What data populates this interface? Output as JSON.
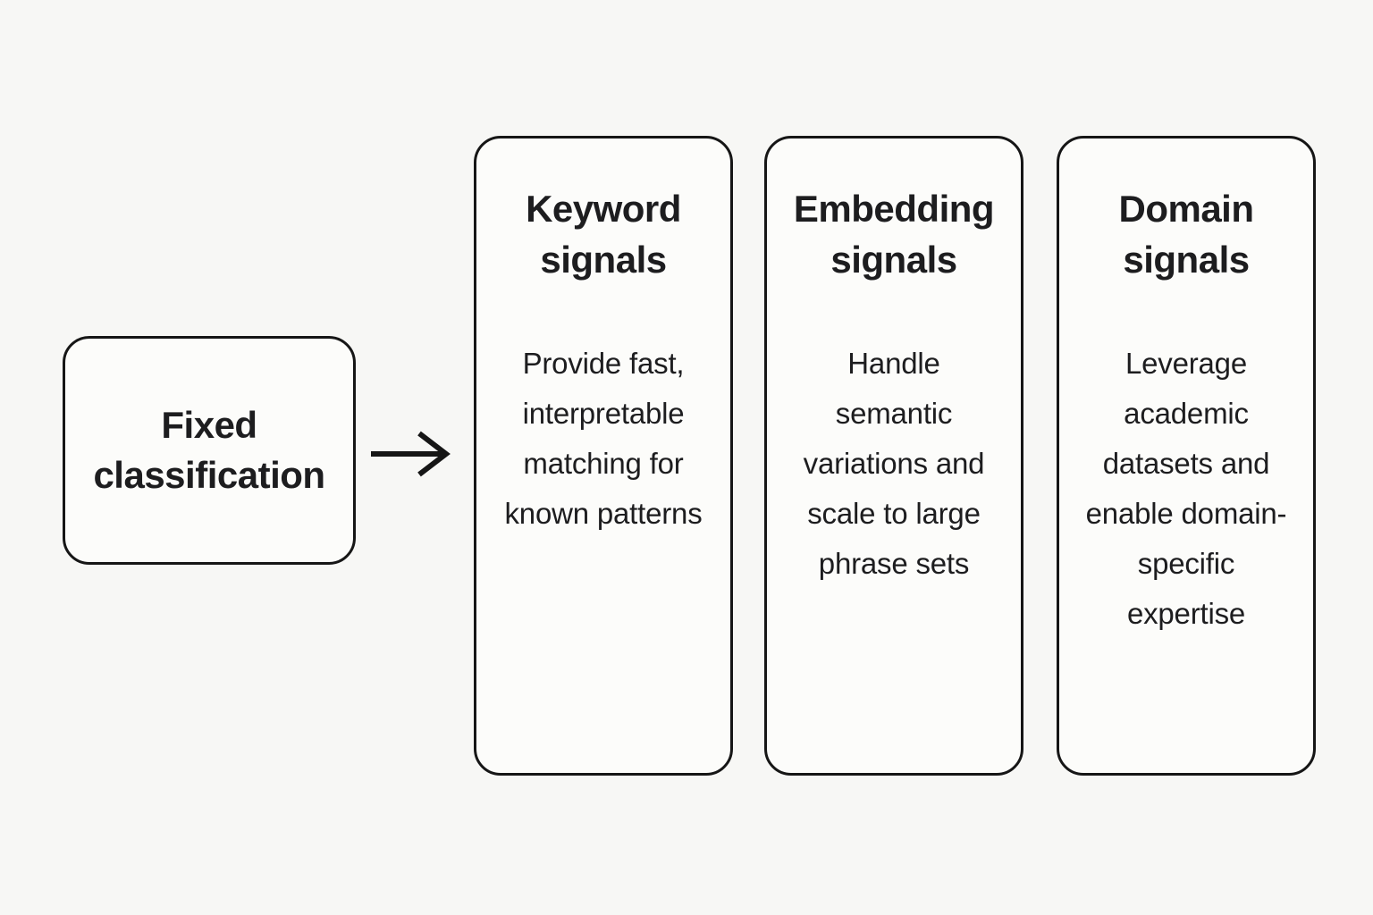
{
  "diagram": {
    "colors": {
      "background": "#f7f7f5",
      "card_fill": "#fcfcfa",
      "border": "#161616",
      "text": "#1d1d1f"
    },
    "source": {
      "label": "Fixed classification"
    },
    "arrow": {
      "name": "arrow-right-icon",
      "glyph": "→"
    },
    "cards": [
      {
        "title": "Keyword signals",
        "body": "Provide fast, interpretable matching for known patterns"
      },
      {
        "title": "Embedding signals",
        "body": "Handle semantic variations and scale to large phrase sets"
      },
      {
        "title": "Domain signals",
        "body": "Leverage academic datasets and enable domain-specific expertise"
      }
    ]
  }
}
